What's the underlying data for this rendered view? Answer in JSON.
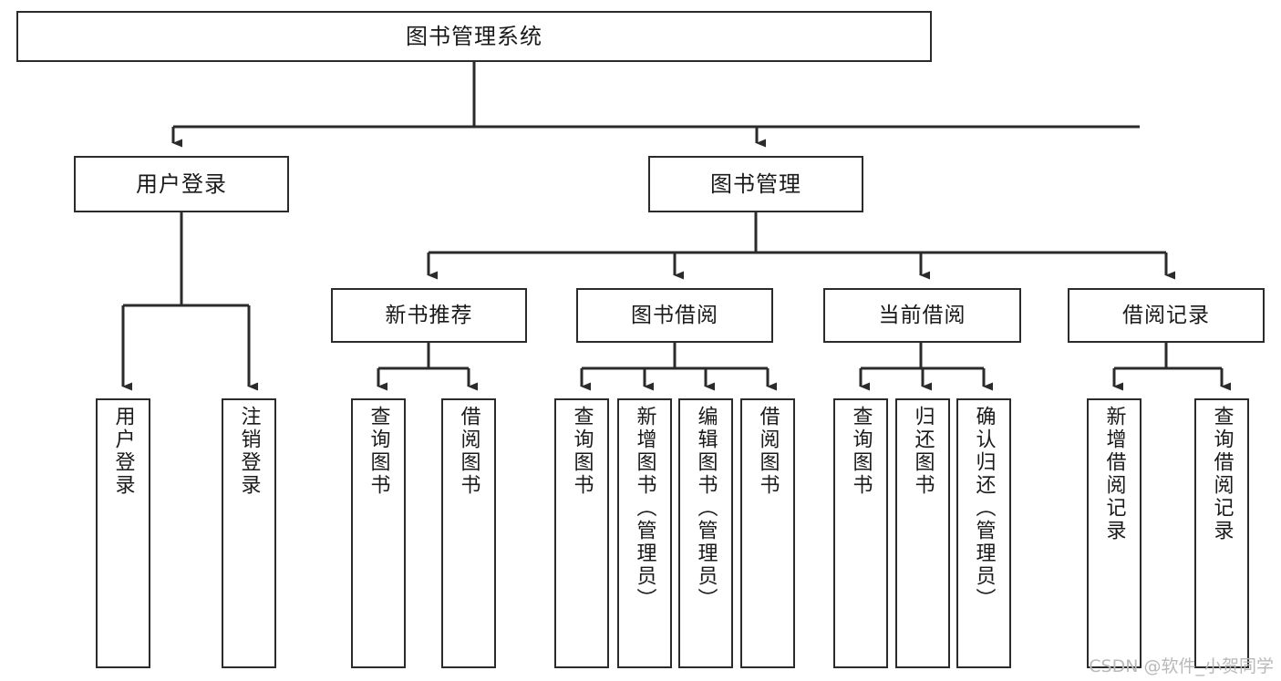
{
  "diagram": {
    "title": "图书管理系统",
    "type": "tree-hierarchy-chart",
    "line_color": "#2b2b2b",
    "box_fill": "#ffffff",
    "text_color": "#1a1a1a",
    "root": {
      "id": "root",
      "label": "图书管理系统"
    },
    "level2": [
      {
        "id": "user-login",
        "label": "用户登录"
      },
      {
        "id": "book-management",
        "label": "图书管理"
      }
    ],
    "level3": [
      {
        "id": "new-book-recommend",
        "label": "新书推荐"
      },
      {
        "id": "book-borrow",
        "label": "图书借阅"
      },
      {
        "id": "current-borrow",
        "label": "当前借阅"
      },
      {
        "id": "borrow-record",
        "label": "借阅记录"
      }
    ],
    "leaves": {
      "user_login": [
        {
          "id": "leaf-user-login",
          "label": "用户登录"
        },
        {
          "id": "leaf-logout-login",
          "label": "注销登录"
        }
      ],
      "new_book_recommend": [
        {
          "id": "leaf-query-book-1",
          "label": "查询图书"
        },
        {
          "id": "leaf-borrow-book-1",
          "label": "借阅图书"
        }
      ],
      "book_borrow": [
        {
          "id": "leaf-query-book-2",
          "label": "查询图书"
        },
        {
          "id": "leaf-add-book",
          "label": "新增图书（管理员）"
        },
        {
          "id": "leaf-edit-book",
          "label": "编辑图书（管理员）"
        },
        {
          "id": "leaf-borrow-book-2",
          "label": "借阅图书"
        }
      ],
      "current_borrow": [
        {
          "id": "leaf-query-book-3",
          "label": "查询图书"
        },
        {
          "id": "leaf-return-book",
          "label": "归还图书"
        },
        {
          "id": "leaf-confirm-return",
          "label": "确认归还（管理员）"
        }
      ],
      "borrow_record": [
        {
          "id": "leaf-add-record",
          "label": "新增借阅记录"
        },
        {
          "id": "leaf-query-record",
          "label": "查询借阅记录"
        }
      ]
    }
  },
  "watermark": {
    "text": "CSDN @软件_小贺同学"
  }
}
